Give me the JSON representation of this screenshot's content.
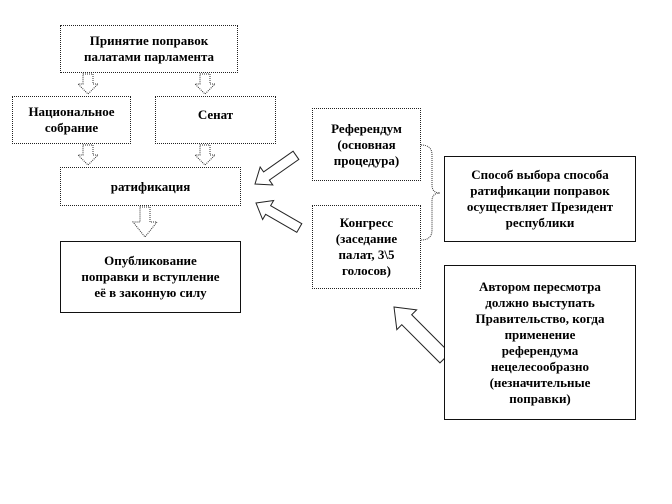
{
  "boxes": {
    "adoption": "Принятие поправок\nпалатами парламента",
    "national_assembly": "Национальное\nсобрание",
    "senate": "Сенат",
    "ratification": "ратификация",
    "publication": "Опубликование\nпоправки и вступление\nеё в законную силу",
    "referendum": "Референдум\n(основная\nпроцедура)",
    "congress": "Конгресс\n(заседание\nпалат, 3\\5\nголосов)",
    "president_choice": "Способ выбора способа\nратификации поправок\nосуществляет  Президент\nреспублики",
    "government_author": "Автором пересмотра\nдолжно выступать\nПравительство, когда\nприменение\nреферендума\nнецелесообразно\n(незначительные\nпоправки)"
  }
}
